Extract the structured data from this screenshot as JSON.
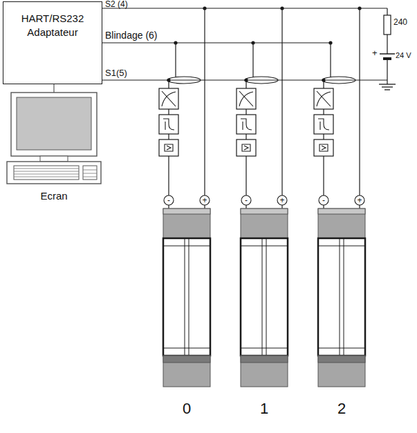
{
  "diagram": {
    "nodes": [
      {
        "text": [
          "HART/RS232 Adaptateur"
        ]
      },
      {
        "text": [
          "Ecran"
        ]
      }
    ],
    "edges": [
      {
        "from": 0,
        "to": 1,
        "arrow": "none"
      }
    ],
    "labels": [
      "S2 (4)",
      "Blindage (6)",
      "S1(5)",
      "240",
      "+",
      "24 V",
      "-",
      "+",
      "-",
      "+",
      "-",
      "+",
      "0",
      "1",
      "2"
    ]
  }
}
